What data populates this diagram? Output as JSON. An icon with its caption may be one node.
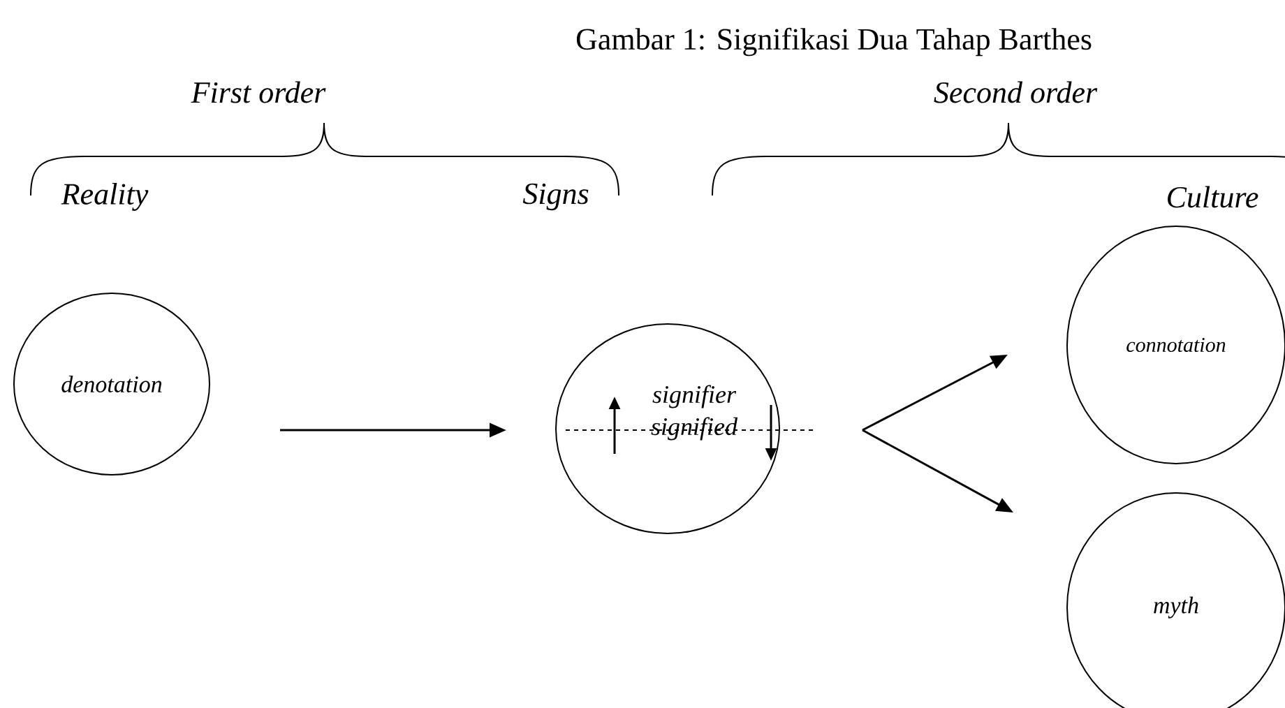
{
  "diagram": {
    "title": "Gambar 1: Signifikasi Dua Tahap Barthes",
    "nodes": [
      {
        "text": [
          "denotation"
        ]
      },
      {
        "text": [
          "signifier",
          "signified"
        ]
      },
      {
        "text": [
          "connotation"
        ]
      },
      {
        "text": [
          "myth"
        ]
      }
    ],
    "edges": [
      {
        "from": 0,
        "to": 1,
        "arrow": "to"
      },
      {
        "from": 1,
        "to": 2,
        "arrow": "to"
      },
      {
        "from": 1,
        "to": 3,
        "arrow": "to"
      }
    ],
    "labels": [
      "First order",
      "Second order",
      "Reality",
      "Signs",
      "Culture"
    ]
  }
}
